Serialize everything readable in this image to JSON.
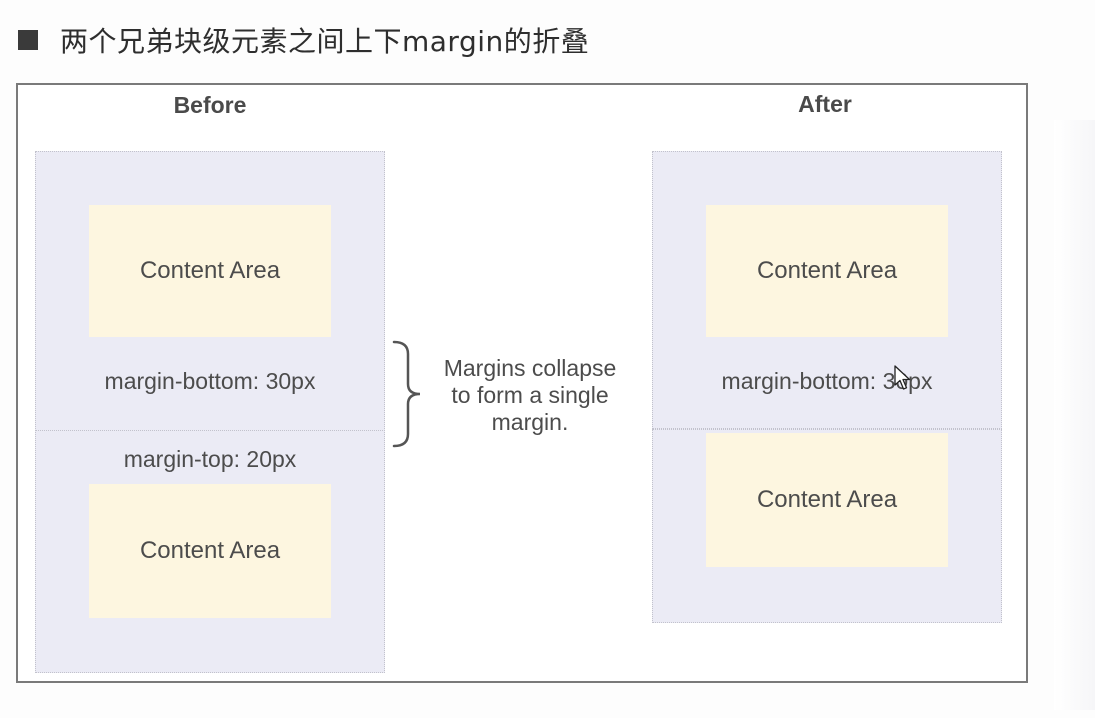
{
  "heading": {
    "bullet_icon": "square-bullet-icon",
    "text": "两个兄弟块级元素之间上下margin的折叠"
  },
  "before": {
    "title": "Before",
    "top_content": "Content Area",
    "top_margin_label": "margin-bottom: 30px",
    "bottom_margin_label": "margin-top: 20px",
    "bottom_content": "Content Area"
  },
  "middle": {
    "brace_icon": "right-curly-brace-icon",
    "lines": [
      "Margins collapse",
      "to form a single",
      "margin."
    ]
  },
  "after": {
    "title": "After",
    "top_content": "Content Area",
    "margin_label": "margin-bottom: 30px",
    "bottom_content": "Content Area"
  },
  "colors": {
    "margin_fill": "#ebebf5",
    "content_fill": "#fdf6e0",
    "frame_border": "#7a7a7a"
  }
}
